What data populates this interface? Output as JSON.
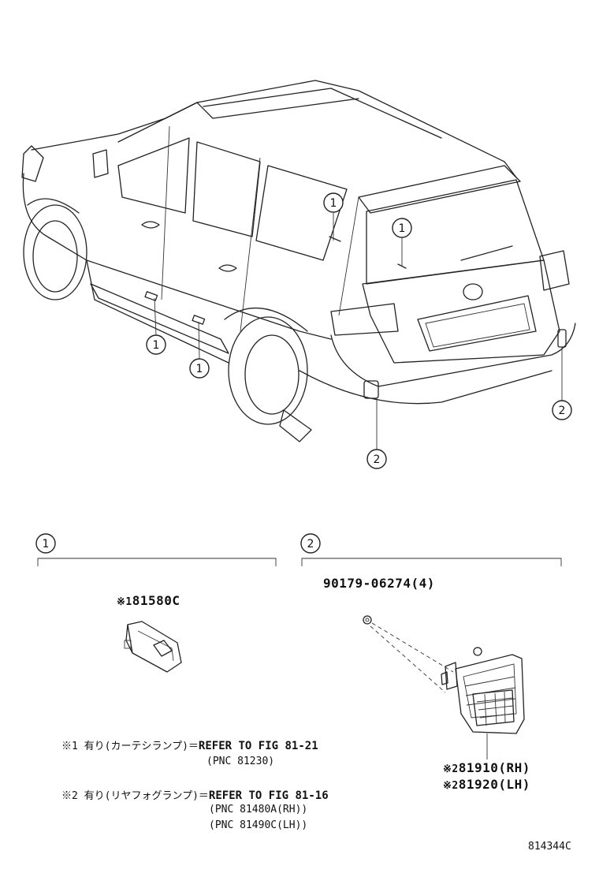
{
  "callouts": {
    "one": "1",
    "two": "2"
  },
  "sections": {
    "section1_label": "1",
    "section2_label": "2"
  },
  "parts": {
    "p81580c_mark": "※1",
    "p81580c": "81580C",
    "p90179": "90179-06274(4)",
    "p81910_mark": "※2",
    "p81910": "81910(RH)",
    "p81920_mark": "※2",
    "p81920": "81920(LH)"
  },
  "notes": {
    "note1_prefix": "※1 有り(カーテシランプ)＝",
    "note1_ref": "REFER TO FIG 81-21",
    "note1_pnc": "(PNC 81230)",
    "note2_prefix": "※2 有り(リヤフォグランプ)＝",
    "note2_ref": "REFER TO FIG 81-16",
    "note2_pnc_rh": "(PNC 81480A(RH))",
    "note2_pnc_lh": "(PNC 81490C(LH))"
  },
  "figure_id": "814344C"
}
